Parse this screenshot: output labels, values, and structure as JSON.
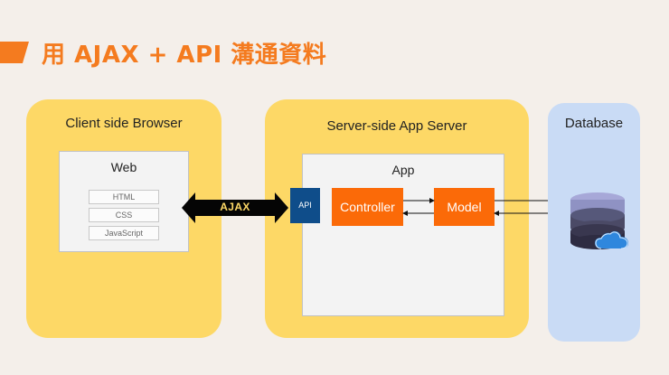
{
  "header": {
    "title": "用 AJAX + API 溝通資料"
  },
  "client": {
    "label": "Client side Browser",
    "web": {
      "label": "Web",
      "technologies": [
        "HTML",
        "CSS",
        "JavaScript"
      ]
    }
  },
  "connection": {
    "ajax_label": "AJAX"
  },
  "server": {
    "label": "Server-side App Server",
    "app": {
      "label": "App",
      "api_label": "API",
      "controller_label": "Controller",
      "model_label": "Model"
    }
  },
  "database": {
    "label": "Database",
    "icon": "database-cloud-icon"
  },
  "colors": {
    "background": "#f4efea",
    "accent": "#f47b1f",
    "yellow_panel": "#fdd866",
    "database_panel": "#c9dbf5",
    "api_blue": "#0f4d8a",
    "module_orange": "#fb6a08"
  }
}
